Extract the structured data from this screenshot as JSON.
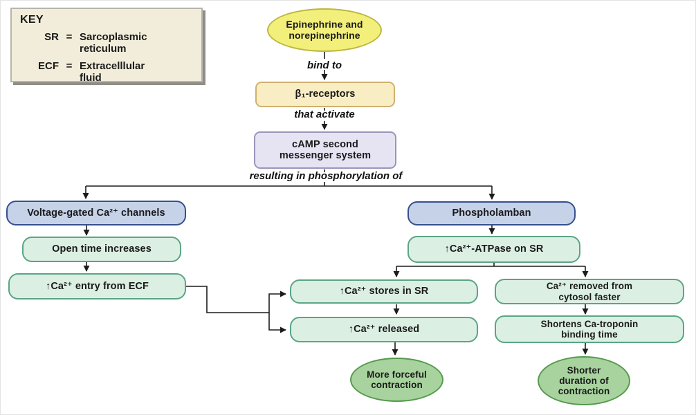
{
  "diagram": {
    "key": {
      "title": "KEY",
      "entries": [
        {
          "abbr": "SR",
          "eq": "=",
          "definition": "Sarcoplasmic\nreticulum"
        },
        {
          "abbr": "ECF",
          "eq": "=",
          "definition": "Extracelllular\nfluid"
        }
      ]
    },
    "nodes": {
      "epinephrine": {
        "label": "Epinephrine and\nnorepinephrine"
      },
      "beta_receptors": {
        "label": "β₁-receptors"
      },
      "camp": {
        "label": "cAMP second\nmessenger system"
      },
      "voltage_channels": {
        "label": "Voltage-gated Ca²⁺ channels"
      },
      "open_time": {
        "label": "Open time increases"
      },
      "ca_entry": {
        "label": "↑Ca²⁺ entry from ECF"
      },
      "phospholamban": {
        "label": "Phospholamban"
      },
      "atpase": {
        "label": "↑Ca²⁺-ATPase on SR"
      },
      "ca_stores": {
        "label": "↑Ca²⁺ stores in SR"
      },
      "ca_released": {
        "label": "↑Ca²⁺ released"
      },
      "forceful": {
        "label": "More forceful\ncontraction"
      },
      "ca_removed": {
        "label": "Ca²⁺ removed from\ncytosol faster"
      },
      "shortens": {
        "label": "Shortens Ca-troponin\nbinding time"
      },
      "shorter": {
        "label": "Shorter\nduration of\ncontraction"
      }
    },
    "edge_labels": {
      "bind_to": "bind to",
      "that_activate": "that activate",
      "resulting": "resulting in phosphorylation of"
    },
    "colors": {
      "hormone_fill": "#f3ef7b",
      "hormone_border": "#bcb73f",
      "receptor_fill": "#f9eec3",
      "receptor_border": "#d0b16e",
      "camp_fill": "#e6e3f3",
      "camp_border": "#9a95b9",
      "target_fill": "#c5d2e8",
      "target_border": "#35508f",
      "effect_fill": "#dcefe3",
      "effect_border": "#5aa585",
      "outcome_fill": "#a8d39e",
      "outcome_border": "#559a4d",
      "key_fill": "#f2edda",
      "line": "#1c1c1c"
    }
  }
}
